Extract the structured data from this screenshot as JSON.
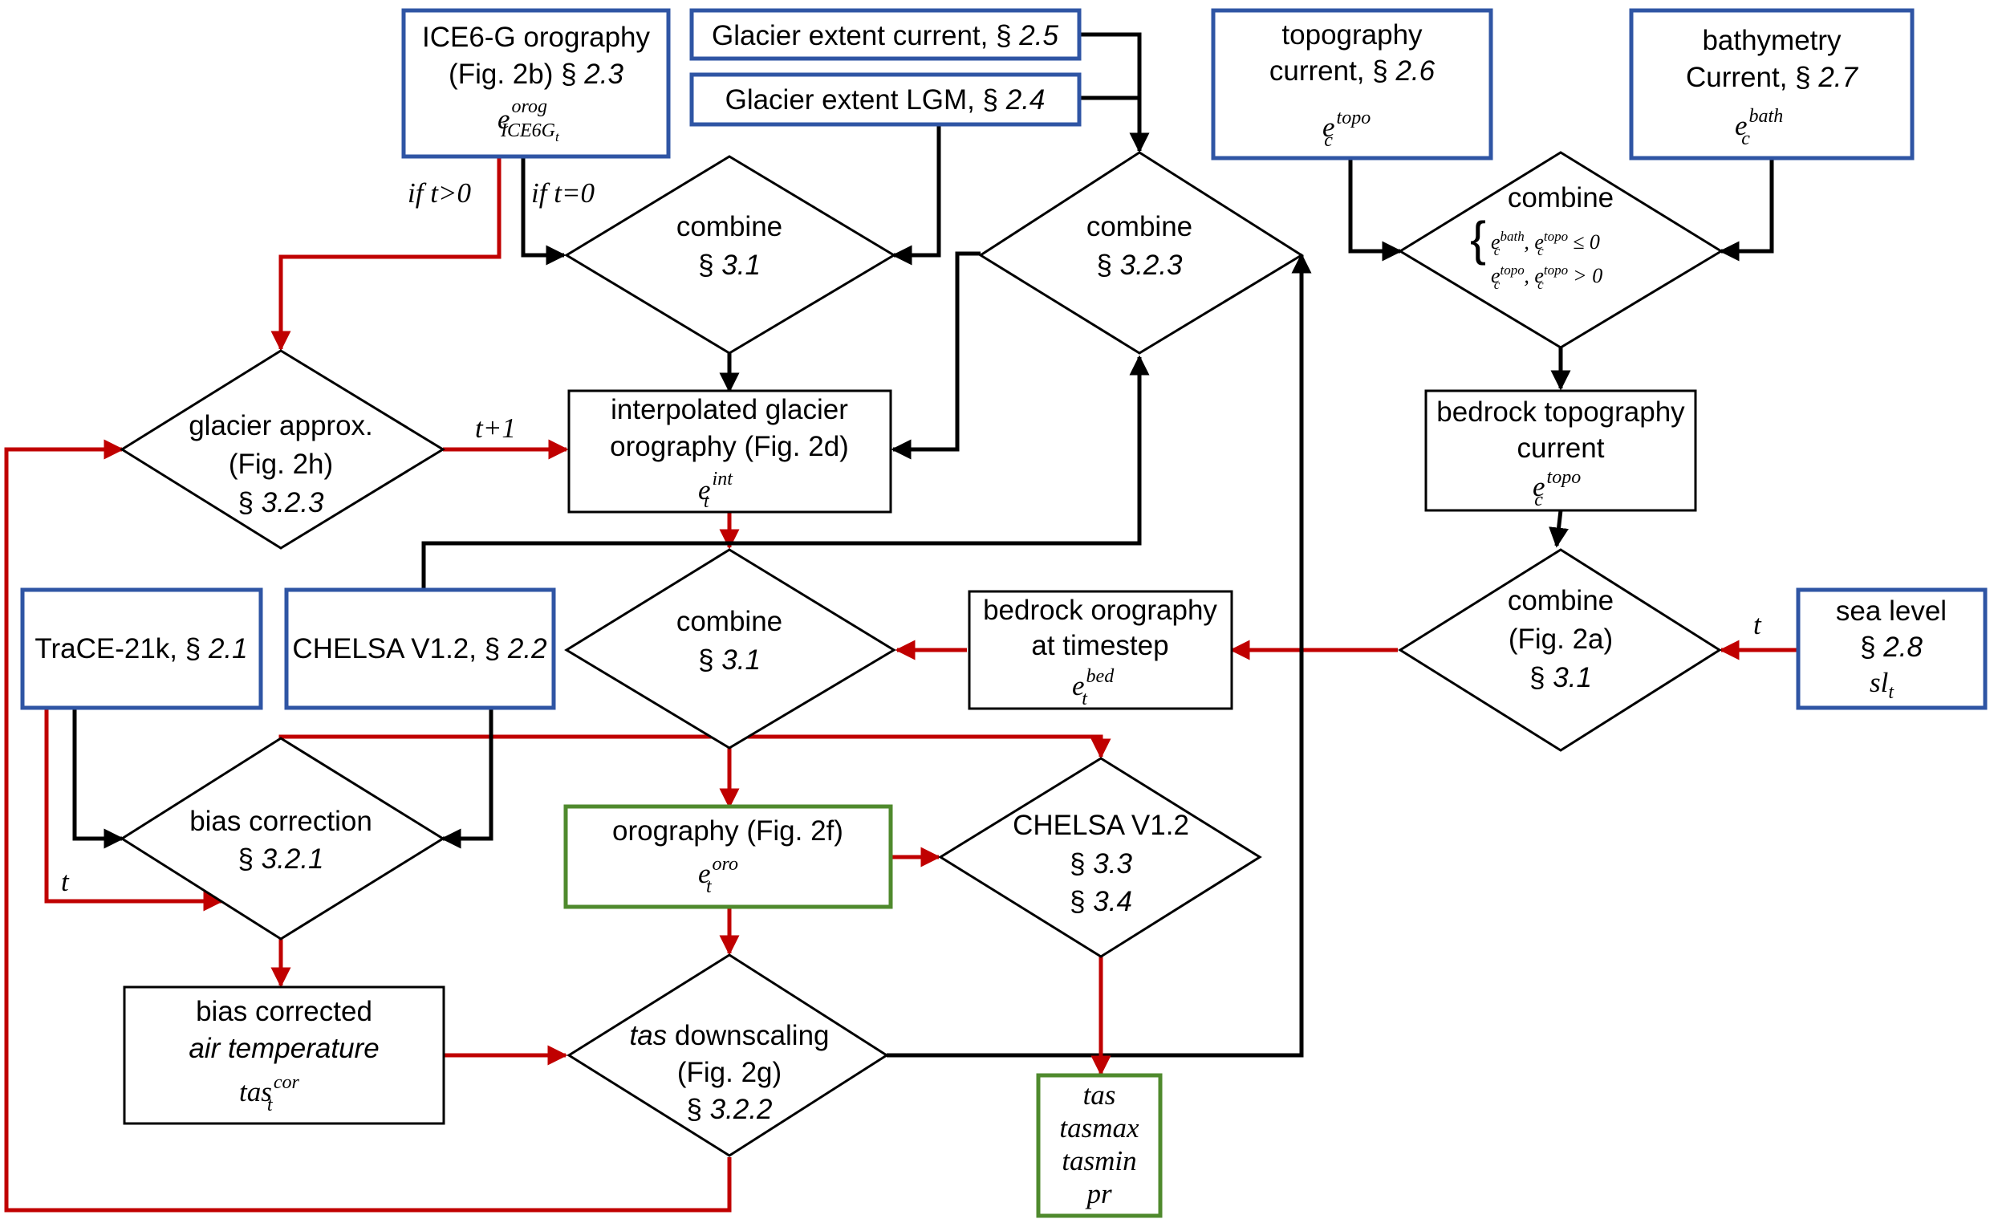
{
  "nodes": {
    "ice6g": {
      "l1": "ICE6-G orography",
      "l2a": "(Fig. 2b) § ",
      "l2b": "2.3",
      "math": "e",
      "sup": "orog",
      "sub": "ICE6G",
      "subsub": "t"
    },
    "glacier_current": {
      "a": "Glacier extent current, § ",
      "b": "2.5"
    },
    "glacier_lgm": {
      "a": "Glacier extent LGM, § ",
      "b": "2.4"
    },
    "topo_current": {
      "l1": "topography",
      "l2a": "current, § ",
      "l2b": "2.6",
      "math": "e",
      "sub": "c",
      "sup": "topo"
    },
    "bathy": {
      "l1": "bathymetry",
      "l2a": "Current, § ",
      "l2b": "2.7",
      "math": "e",
      "sub": "c",
      "sup": "bath"
    },
    "combine1": {
      "l1": "combine",
      "l2a": "§ ",
      "l2b": "3.1"
    },
    "combine2": {
      "l1": "combine",
      "l2a": "§ ",
      "l2b": "3.2.3"
    },
    "combine3": {
      "l1": "combine",
      "cond1": "e",
      "cond1_sup": "bath",
      "cond1_sub": "c",
      "cond1_b": ", e",
      "cond1_b_sup": "topo",
      "cond1_b_sub": "c",
      "cond1_rel": " ≤ 0",
      "cond2": "e",
      "cond2_sup": "topo",
      "cond2_sub": "c",
      "cond2_b": ", e",
      "cond2_b_sup": "topo",
      "cond2_b_sub": "c",
      "cond2_rel": " > 0"
    },
    "glacier_approx": {
      "l1": "glacier approx.",
      "l2": "(Fig. 2h)",
      "l3a": "§ ",
      "l3b": "3.2.3"
    },
    "interp": {
      "l1": "interpolated glacier",
      "l2": "orography (Fig. 2d)",
      "math": "e",
      "sub": "t",
      "sup": "int"
    },
    "bedrock_topo": {
      "l1": "bedrock topography",
      "l2": "current",
      "math": "e",
      "sub": "c",
      "sup": "topo"
    },
    "trace": {
      "a": "TraCE-21k, § ",
      "b": "2.1"
    },
    "chelsa_src": {
      "a": "CHELSA V1.2, § ",
      "b": "2.2"
    },
    "combine4": {
      "l1": "combine",
      "l2a": "§ ",
      "l2b": "3.1"
    },
    "bedrock_oro": {
      "l1": "bedrock orography",
      "l2": "at timestep",
      "math": "e",
      "sub": "t",
      "sup": "bed"
    },
    "combine5": {
      "l1": "combine",
      "l2": "(Fig. 2a)",
      "l3a": "§ ",
      "l3b": "3.1"
    },
    "sea_level": {
      "l1": "sea level",
      "l2a": "§ ",
      "l2b": "2.8",
      "math": "sl",
      "sub": "t"
    },
    "bias_corr": {
      "l1": "bias correction",
      "l2a": "§ ",
      "l2b": "3.2.1"
    },
    "orography": {
      "l1": "orography  (Fig. 2f)",
      "math": "e",
      "sub": "t",
      "sup": "oro"
    },
    "chelsa_proc": {
      "l1": "CHELSA V1.2",
      "l2a": "§ ",
      "l2b": "3.3",
      "l3a": "§ ",
      "l3b": "3.4"
    },
    "bias_temp": {
      "l1": "bias corrected",
      "l2": "air temperature",
      "math": "tas",
      "sub": "t",
      "sup": "cor"
    },
    "tas_down": {
      "l1a": "tas",
      "l1b": " downscaling",
      "l2": "(Fig. 2g)",
      "l3a": "§ ",
      "l3b": "3.2.2"
    },
    "outputs": {
      "v1": "tas",
      "v2": "tasmax",
      "v3": "tasmin",
      "v4": "pr"
    }
  },
  "edge_labels": {
    "if_t_gt0": "if t>0",
    "if_t_eq0": "if t=0",
    "t_plus_1": "t+1",
    "t_sea": "t",
    "t_trace": "t"
  },
  "colors": {
    "blue_box": "#2f55a4",
    "green_box": "#4f8a2d",
    "red_arrow": "#c00000",
    "black_arrow": "#000000"
  }
}
